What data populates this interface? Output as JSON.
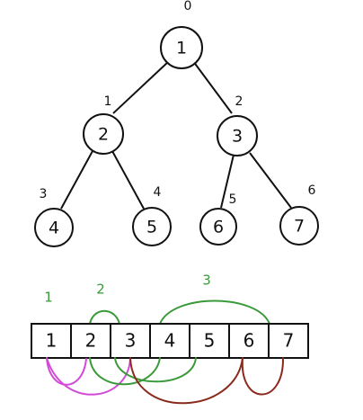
{
  "colors": {
    "stroke": "#111111",
    "green": "#3a9a3a",
    "pink": "#d24ad8",
    "brown": "#8a2a1c"
  },
  "tree": {
    "nodes": [
      {
        "value": "1",
        "index": "0"
      },
      {
        "value": "2",
        "index": "1"
      },
      {
        "value": "3",
        "index": "2"
      },
      {
        "value": "4",
        "index": "3"
      },
      {
        "value": "5",
        "index": "4"
      },
      {
        "value": "6",
        "index": "5"
      },
      {
        "value": "7",
        "index": "6"
      }
    ]
  },
  "array": {
    "cells": [
      "1",
      "2",
      "3",
      "4",
      "5",
      "6",
      "7"
    ]
  },
  "annotations": {
    "green_labels": [
      "1",
      "2",
      "3"
    ]
  }
}
